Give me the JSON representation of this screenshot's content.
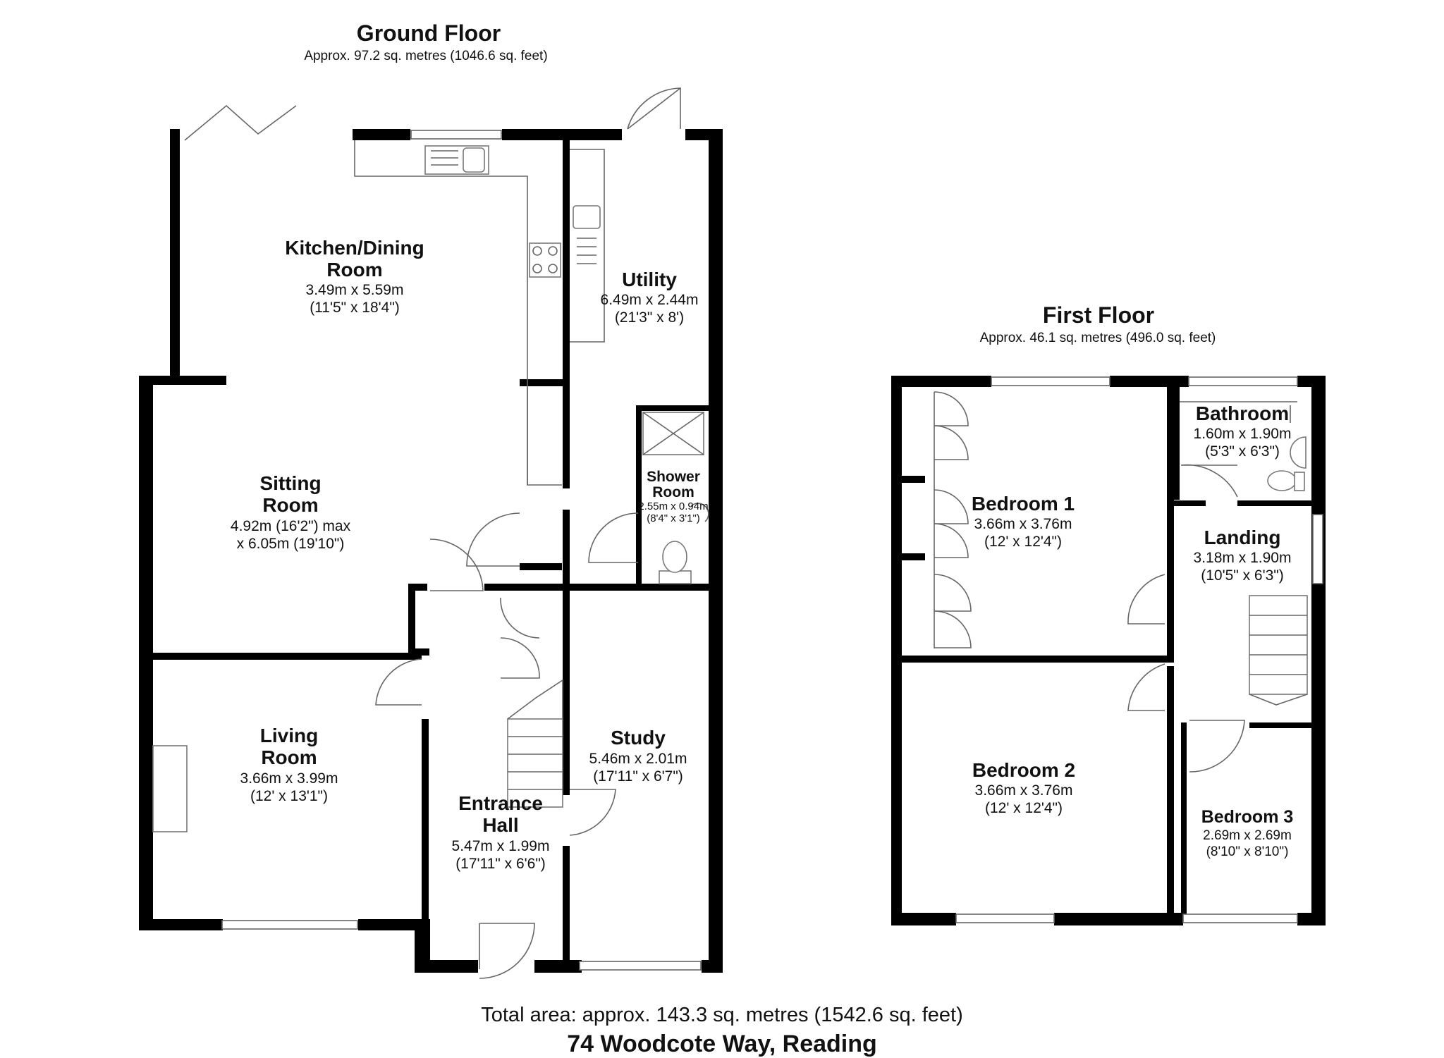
{
  "ground_floor": {
    "title": "Ground Floor",
    "area": "Approx. 97.2 sq. metres (1046.6 sq. feet)",
    "rooms": {
      "kitchen": {
        "name1": "Kitchen/Dining",
        "name2": "Room",
        "dim_m": "3.49m x 5.59m",
        "dim_ft": "(11'5\" x 18'4\")"
      },
      "utility": {
        "name": "Utility",
        "dim_m": "6.49m x 2.44m",
        "dim_ft": "(21'3\" x 8')"
      },
      "sitting": {
        "name1": "Sitting",
        "name2": "Room",
        "dim_m": "4.92m (16'2\") max",
        "dim_ft": "x 6.05m (19'10\")"
      },
      "shower": {
        "name1": "Shower",
        "name2": "Room",
        "dim_m": "2.55m x 0.94m",
        "dim_ft": "(8'4\" x 3'1\")"
      },
      "living": {
        "name1": "Living",
        "name2": "Room",
        "dim_m": "3.66m x 3.99m",
        "dim_ft": "(12' x 13'1\")"
      },
      "study": {
        "name": "Study",
        "dim_m": "5.46m x 2.01m",
        "dim_ft": "(17'11\" x 6'7\")"
      },
      "hall": {
        "name1": "Entrance",
        "name2": "Hall",
        "dim_m": "5.47m x 1.99m",
        "dim_ft": "(17'11\" x 6'6\")"
      }
    }
  },
  "first_floor": {
    "title": "First Floor",
    "area": "Approx. 46.1 sq. metres (496.0 sq. feet)",
    "rooms": {
      "bedroom1": {
        "name": "Bedroom 1",
        "dim_m": "3.66m x 3.76m",
        "dim_ft": "(12' x 12'4\")"
      },
      "bathroom": {
        "name": "Bathroom",
        "dim_m": "1.60m x 1.90m",
        "dim_ft": "(5'3\" x 6'3\")"
      },
      "landing": {
        "name": "Landing",
        "dim_m": "3.18m x 1.90m",
        "dim_ft": "(10'5\" x 6'3\")"
      },
      "bedroom2": {
        "name": "Bedroom 2",
        "dim_m": "3.66m x 3.76m",
        "dim_ft": "(12' x 12'4\")"
      },
      "bedroom3": {
        "name": "Bedroom 3",
        "dim_m": "2.69m x 2.69m",
        "dim_ft": "(8'10\" x 8'10\")"
      }
    }
  },
  "total_area": "Total area: approx. 143.3 sq. metres (1542.6 sq. feet)",
  "address": "74 Woodcote Way, Reading",
  "colors": {
    "wall": "#000000",
    "fixture_stroke": "#777777",
    "background": "#ffffff"
  }
}
